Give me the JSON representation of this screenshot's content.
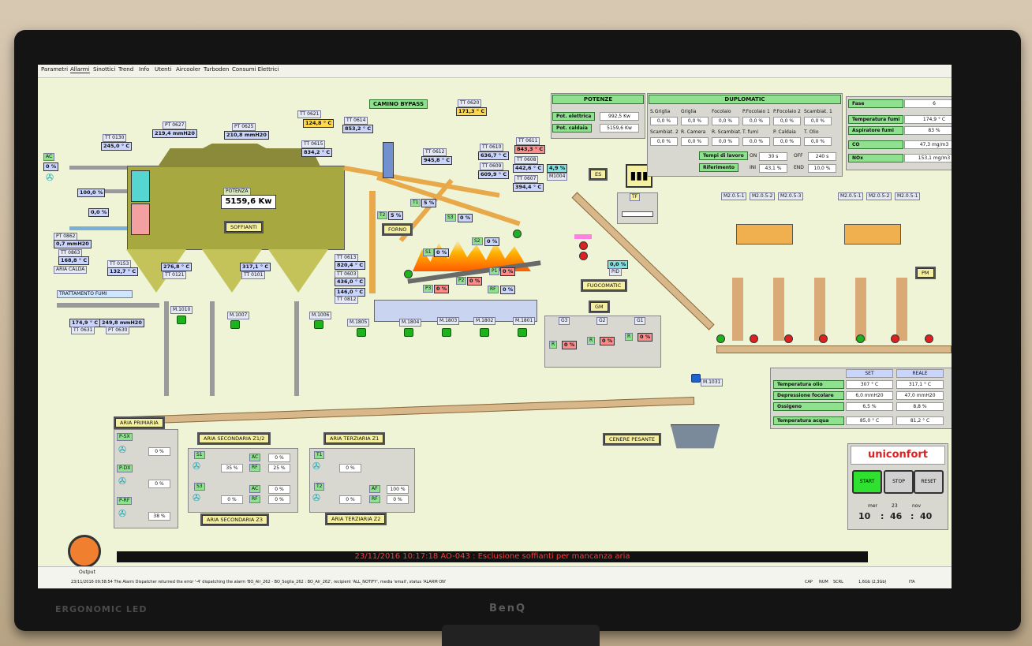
{
  "menu": [
    "Parametri",
    "Allarmi",
    "Sinottici",
    "Trend",
    "Info",
    "Utenti",
    "Aircooler",
    "Turboden",
    "Consumi Elettrici"
  ],
  "camino_bypass": "CAMINO BYPASS",
  "potenze": {
    "title": "POTENZE",
    "rows": [
      {
        "label": "Pot. elettrica",
        "value": "992,5 Kw"
      },
      {
        "label": "Pot. caldaia",
        "value": "5159,6 Kw"
      }
    ]
  },
  "duplomatic": {
    "title": "DUPLOMATIC",
    "headers1": [
      "S.Griglia",
      "Griglia",
      "Focolaio",
      "P.Focolaio 1",
      "P.Focolaio 2",
      "Scambiat. 1"
    ],
    "values1": [
      "0,0 %",
      "0,0 %",
      "0,0 %",
      "0,0 %",
      "0,0 %",
      "0,0 %"
    ],
    "headers2": [
      "Scambiat. 2",
      "R. Camera",
      "R. Scambiat.",
      "T. fumi",
      "P. Caldaia",
      "T. Olio"
    ],
    "values2": [
      "0,0 %",
      "0,0 %",
      "0,0 %",
      "0,0 %",
      "0,0 %",
      "0,0 %"
    ]
  },
  "tempi": {
    "label1": "Tempi di lavoro",
    "on_label": "ON",
    "on": "30 s",
    "off_label": "OFF",
    "off": "240 s",
    "label2": "Riferimento",
    "ini_label": "INI",
    "ini": "43,1 %",
    "end_label": "END",
    "end": "10,0 %"
  },
  "fase": {
    "label": "Fase",
    "value": "6"
  },
  "right_readings": [
    {
      "label": "Temperatura fumi",
      "value": "174,9 ° C"
    },
    {
      "label": "Aspiratore fumi",
      "value": "83 %"
    },
    {
      "label": "CO",
      "value": "47,3 mg/m3"
    },
    {
      "label": "NOx",
      "value": "153,1 mg/m3"
    }
  ],
  "tags": {
    "ac": "AC",
    "ac_val": "0 %",
    "pt0627": "PT 0627",
    "pt0627_v": "219,4 mmH20",
    "pt0625": "PT 0625",
    "pt0625_v": "210,8 mmH20",
    "tt0130": "TT 0130",
    "tt0130_v": "245,0 ° C",
    "tt0621": "TT 0621",
    "tt0621_v": "124,8 ° C",
    "tt0614": "TT 0614",
    "tt0614_v": "853,2 ° C",
    "tt0615": "TT 0615",
    "tt0615_v": "834,2 ° C",
    "tt0620": "TT 0620",
    "tt0620_v": "171,3 ° C",
    "tt0612": "TT 0612",
    "tt0612_v": "945,8 ° C",
    "tt0610": "TT 0610",
    "tt0610_v": "636,7 ° C",
    "tt0611": "TT 0611",
    "tt0611_v": "843,3 ° C",
    "tt0609": "TT 0609",
    "tt0609_v": "609,9 ° C",
    "tt0608": "TT 0608",
    "tt0608_v": "442,6 ° C",
    "tt0607": "TT 0607",
    "tt0607_v": "394,4 ° C",
    "v100": "100,0 %",
    "v00a": "0,0 %",
    "pt0862": "PT 0862",
    "pt0862_v": "0,7 mmH20",
    "tt0863": "TT 0863",
    "tt0863_v": "168,8 ° C",
    "aria_calda": "ARIA CALDA",
    "tt0153": "TT 0153",
    "tt0153_v": "132,7 ° C",
    "v276": "276,8 ° C",
    "tt0121": "TT 0121",
    "v317": "317,1 ° C",
    "tt0101": "TT 0101",
    "tt0613": "TT 0613",
    "tt0613_v": "820,4 ° C",
    "tt0603_v": "436,0 ° C",
    "tt0603": "TT 0603",
    "v146": "146,0 ° C",
    "tt0812": "TT 0812",
    "tratt": "TRATTAMENTO FUMI",
    "v1749": "174,9 ° C",
    "tt0631": "TT 0631",
    "v2498": "249,8 mmH20",
    "pt0630": "PT 0630",
    "potenza": "POTENZA",
    "potenza_v": "5159,6 Kw",
    "soffianti": "SOFFIANTI",
    "forno": "FORNO",
    "t2": "T2",
    "t2_v": "5 %",
    "t1": "T1",
    "t1_v": "5 %",
    "s3": "S3",
    "s3_v": "0 %",
    "s2": "S2",
    "s2_v": "0 %",
    "s1": "S1",
    "s1_v": "0 %",
    "p2": "P2",
    "p2_v": "0 %",
    "p1": "P1",
    "p1_v": "0 %",
    "p3": "P3",
    "p3_v": "0 %",
    "rf": "RF",
    "rf_v": "0 %",
    "m1004a": "M1004",
    "v49": "4,9 %",
    "es": "ES",
    "tf": "TF",
    "fuocomatic": "FUOCOMATIC",
    "pid": "PID",
    "pid_v": "0,0 %",
    "gm": "GM",
    "g3": "G3",
    "g2": "G2",
    "g1": "G1",
    "r": "R",
    "r_v": "0 %",
    "pm": "PM",
    "m1010": "M.1010",
    "m1007": "M.1007",
    "m1006": "M.1006",
    "m1805": "M.1805",
    "m1804": "M.1804",
    "m1803": "M.1803",
    "m1802": "M.1802",
    "m1801": "M.1801",
    "m1031": "M.1031",
    "cenere": "CENERE PESANTE",
    "m_a": [
      "M2.0.5-1",
      "M2.0.5-2",
      "M2.0.5-3"
    ],
    "m_b": [
      "M2.0.5-1",
      "M2.0.5-2",
      "M2.0.5-1"
    ]
  },
  "oil_table": {
    "set": "SET",
    "reale": "REALE",
    "rows": [
      {
        "label": "Temperatura olio",
        "set": "307 ° C",
        "reale": "317,1 ° C"
      },
      {
        "label": "Depressione focolare",
        "set": "6,0 mmH20",
        "reale": "47,0 mmH20"
      },
      {
        "label": "Ossigeno",
        "set": "6,5 %",
        "reale": "8,8 %"
      },
      {
        "label": "Temperatura acqua",
        "set": "85,0 ° C",
        "reale": "81,2 ° C"
      }
    ]
  },
  "aria_primaria": {
    "title": "ARIA PRIMARIA",
    "rows": [
      {
        "label": "P-SX",
        "value": "0 %"
      },
      {
        "label": "P-DX",
        "value": "0 %"
      },
      {
        "label": "P-RF",
        "value": "38 %"
      }
    ]
  },
  "aria_sec_z12": {
    "title": "ARIA SECONDARIA Z1/2",
    "s1": "S1",
    "s1_v": "35 %",
    "ac": "AC",
    "ac_v": "0 %",
    "rf": "RF",
    "rf_v": "25 %",
    "s3": "S3",
    "s3_v": "0 %",
    "ac2": "AC",
    "ac2_v": "0 %",
    "rf2": "RF",
    "rf2_v": "0 %"
  },
  "aria_sec_z3": "ARIA SECONDARIA Z3",
  "aria_ter_z1": {
    "title": "ARIA TERZIARIA Z1",
    "t1": "T1",
    "t1_v": "0 %",
    "t2": "T2",
    "t2_v": "0 %",
    "af": "AF",
    "af_v": "100 %",
    "rf": "RF",
    "rf_v": "0 %"
  },
  "aria_ter_z2": "ARIA TERZIARIA Z2",
  "logo": "uniconfort",
  "buttons": {
    "start": "START",
    "stop": "STOP",
    "reset": "RESET"
  },
  "clock": {
    "day": "mer",
    "date": "23",
    "month": "nov",
    "hh": "10",
    "mm": "46",
    "ss": "40"
  },
  "alarm": "23/11/2016 10:17:18 AO-043 :  Esclusione soffianti per mancanza aria",
  "status": {
    "output": "Output",
    "message": "23/11/2016 09:58:54 The Alarm Dispatcher returned the error '-4' dispatching the alarm 'BO_Alr_262 - BO_Soglia_262 : BO_Alr_262', recipient 'ALL_NOTIFY', media 'email', status 'ALARM ON'",
    "num": "NUM",
    "caps": "CAP",
    "scrl": "SCRL",
    "mem": "1,6Gb (2,3Gb)",
    "lang": "ITA"
  },
  "monitor": {
    "brand_left": "ERGONOMIC LED",
    "brand_center": "BenQ"
  },
  "colors": {
    "screen_bg": "#f0f4d6",
    "alarm_text": "#ff3a3a",
    "value_bg": "#c9d4ff",
    "title_green": "#8fe08f"
  }
}
